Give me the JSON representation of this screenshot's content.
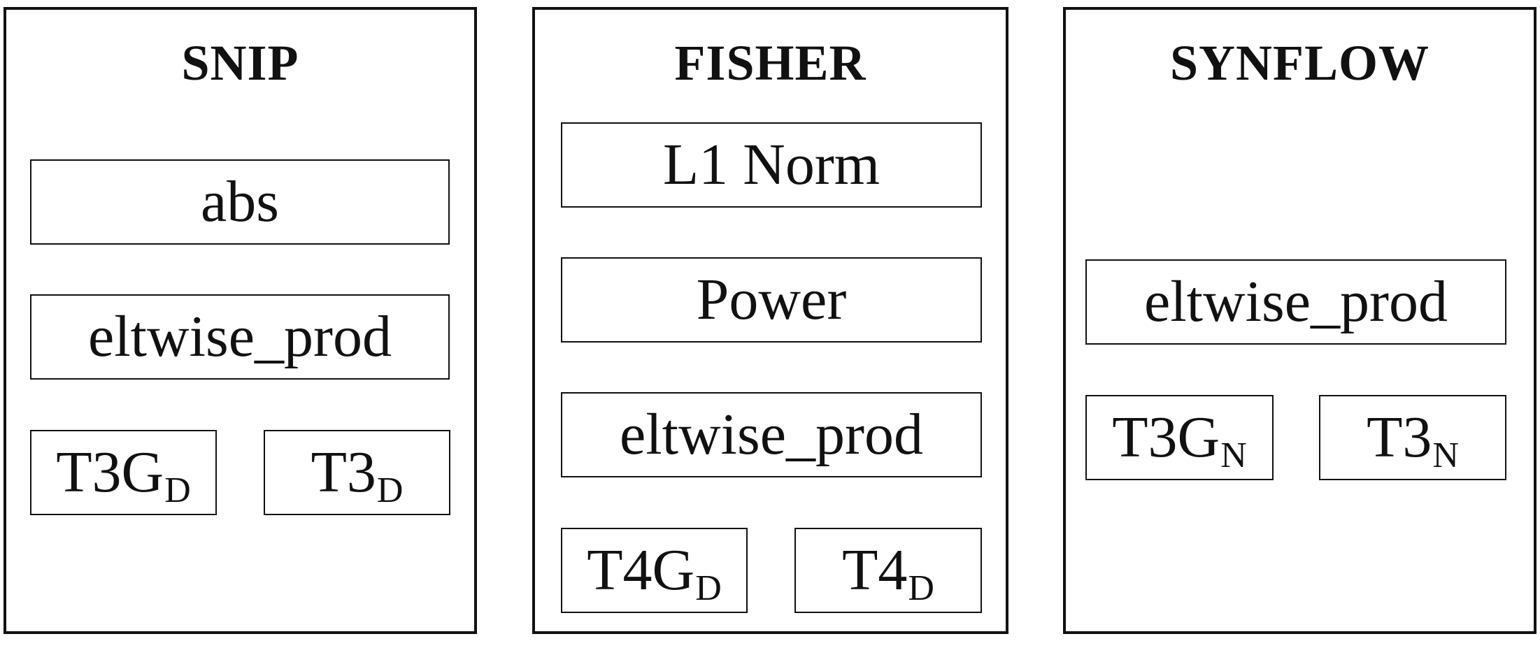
{
  "colors": {
    "background": "#ffffff",
    "ink": "#111111"
  },
  "panels": [
    {
      "title": "SNIP",
      "nodes": {
        "abs": "abs",
        "prod": "eltwise_prod",
        "left_base": "T3G",
        "left_sub": "D",
        "right_base": "T3",
        "right_sub": "D"
      }
    },
    {
      "title": "FISHER",
      "nodes": {
        "norm": "L1 Norm",
        "power": "Power",
        "prod": "eltwise_prod",
        "left_base": "T4G",
        "left_sub": "D",
        "right_base": "T4",
        "right_sub": "D"
      }
    },
    {
      "title": "SYNFLOW",
      "nodes": {
        "prod": "eltwise_prod",
        "left_base": "T3G",
        "left_sub": "N",
        "right_base": "T3",
        "right_sub": "N"
      }
    }
  ]
}
